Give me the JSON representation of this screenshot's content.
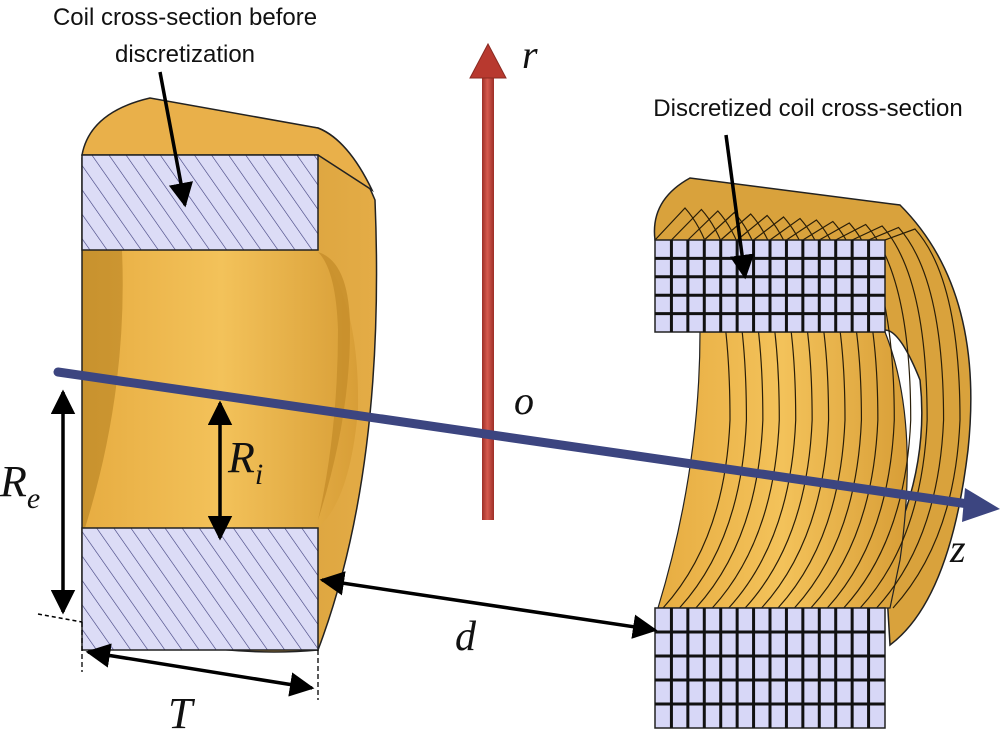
{
  "labels": {
    "before_line1": "Coil cross-section before",
    "before_line2": "discretization",
    "discretized": "Discretized coil cross-section",
    "r_axis": "r",
    "origin": "o",
    "z_axis": "z",
    "Re_main": "R",
    "Re_sub": "e",
    "Ri_main": "R",
    "Ri_sub": "i",
    "d": "d",
    "T": "T"
  },
  "colors": {
    "copper_light": "#f0b64a",
    "copper_mid": "#dca33c",
    "copper_dark": "#b98426",
    "section_fill": "#dcdcf6",
    "hatch": "#3a3a7a",
    "r_axis": "#c0443a",
    "z_axis": "#3c4580",
    "arrow": "#000000"
  },
  "grid": {
    "columns": 14,
    "rows": 5
  }
}
